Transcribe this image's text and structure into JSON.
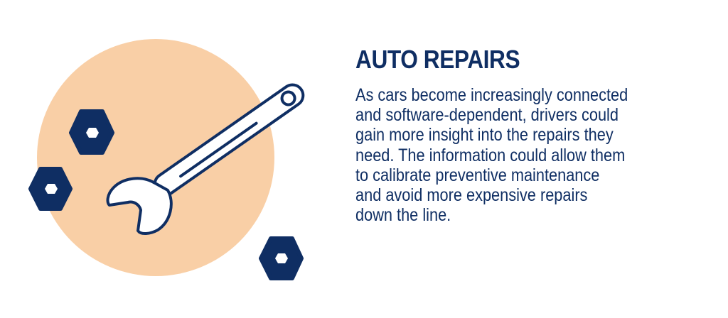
{
  "title": "AUTO REPAIRS",
  "description_lines": [
    "As cars become increasingly connected",
    "and software-dependent, drivers could",
    "gain more insight into the repairs they",
    "need. The information could allow them",
    "to calibrate preventive maintenance",
    "and avoid more expensive repairs",
    "down the line."
  ],
  "colors": {
    "navy": "#0f2e63",
    "peach": "#f9cfa6",
    "background": "#ffffff"
  },
  "icons": [
    "wrench-icon",
    "hex-nut-icon"
  ]
}
